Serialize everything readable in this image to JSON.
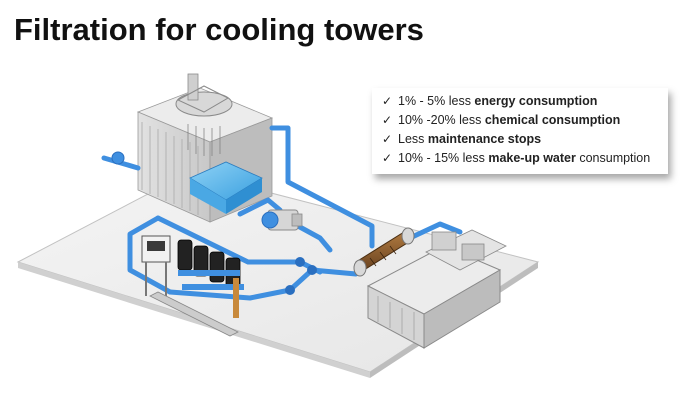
{
  "title": "Filtration for cooling towers",
  "benefits": [
    {
      "icon": "check-icon",
      "pre": "1% - 5% less ",
      "strong": "energy consumption",
      "post": ""
    },
    {
      "icon": "check-icon",
      "pre": "10% -20% less ",
      "strong": "chemical consumption",
      "post": ""
    },
    {
      "icon": "check-icon",
      "pre": "Less ",
      "strong": "maintenance stops",
      "post": ""
    },
    {
      "icon": "check-icon",
      "pre": "10% - 15% less ",
      "strong": "make-up water",
      "post": " consumption"
    }
  ],
  "colors": {
    "pipe": "#3f8fe0",
    "pipe_dark": "#2a6fc0",
    "tower": "#d4d4d4",
    "water": "#5fb8ec",
    "filter_body": "#222222",
    "heat_exchanger": "#8a5a2b",
    "orange_pipe": "#c8893b"
  }
}
